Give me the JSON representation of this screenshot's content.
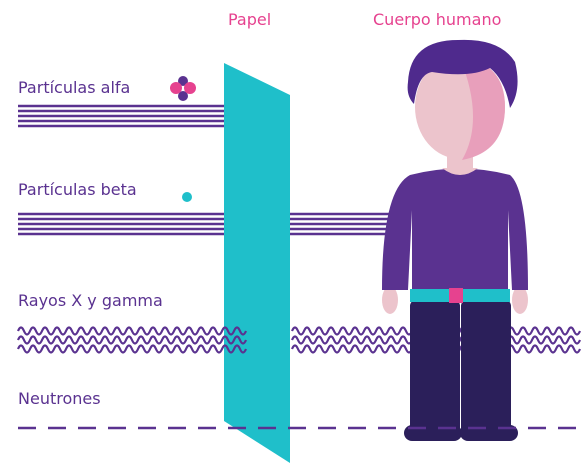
{
  "header": {
    "paper_label": "Papel",
    "body_label": "Cuerpo humano"
  },
  "radiation": {
    "alpha_label": "Partículas alfa",
    "beta_label": "Partículas beta",
    "xgamma_label": "Rayos X y gamma",
    "neutron_label": "Neutrones"
  },
  "colors": {
    "paper": "#1fbfca",
    "purple": "#5a3290",
    "pink": "#e6428f",
    "hair": "#4f2a8d",
    "skin": "#ecc4cc",
    "pants": "#2b1f5a"
  }
}
